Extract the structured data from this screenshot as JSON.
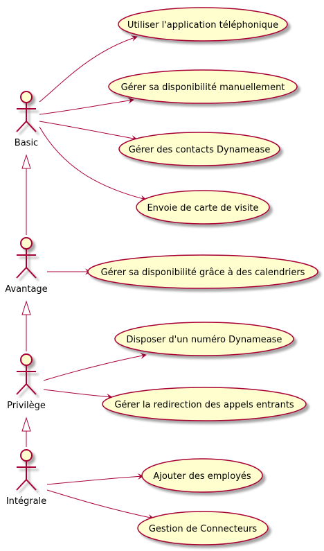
{
  "diagram": {
    "type": "use-case",
    "colors": {
      "usecase_fill": "#FEFECE",
      "stroke": "#A80036",
      "shadow": "#D8D8D8",
      "text": "#000000"
    },
    "actors": [
      {
        "id": "basic",
        "label": "Basic"
      },
      {
        "id": "avantage",
        "label": "Avantage"
      },
      {
        "id": "privilege",
        "label": "Privilège"
      },
      {
        "id": "integrale",
        "label": "Intégrale"
      }
    ],
    "usecases": [
      {
        "id": "uc1",
        "label": "Utiliser l'application téléphonique"
      },
      {
        "id": "uc2",
        "label": "Gérer sa disponibilité manuellement"
      },
      {
        "id": "uc3",
        "label": "Gérer des contacts Dynamease"
      },
      {
        "id": "uc4",
        "label": "Envoie de carte de visite"
      },
      {
        "id": "uc5",
        "label": "Gérer sa disponibilité grâce à des calendriers"
      },
      {
        "id": "uc6",
        "label": "Disposer d'un numéro Dynamease"
      },
      {
        "id": "uc7",
        "label": "Gérer la redirection des appels entrants"
      },
      {
        "id": "uc8",
        "label": "Ajouter des employés"
      },
      {
        "id": "uc9",
        "label": "Gestion de Connecteurs"
      }
    ],
    "associations": [
      {
        "from": "basic",
        "to": "uc1"
      },
      {
        "from": "basic",
        "to": "uc2"
      },
      {
        "from": "basic",
        "to": "uc3"
      },
      {
        "from": "basic",
        "to": "uc4"
      },
      {
        "from": "avantage",
        "to": "uc5"
      },
      {
        "from": "privilege",
        "to": "uc6"
      },
      {
        "from": "privilege",
        "to": "uc7"
      },
      {
        "from": "integrale",
        "to": "uc8"
      },
      {
        "from": "integrale",
        "to": "uc9"
      }
    ],
    "generalizations": [
      {
        "child": "avantage",
        "parent": "basic"
      },
      {
        "child": "privilege",
        "parent": "avantage"
      },
      {
        "child": "integrale",
        "parent": "privilege"
      }
    ]
  }
}
